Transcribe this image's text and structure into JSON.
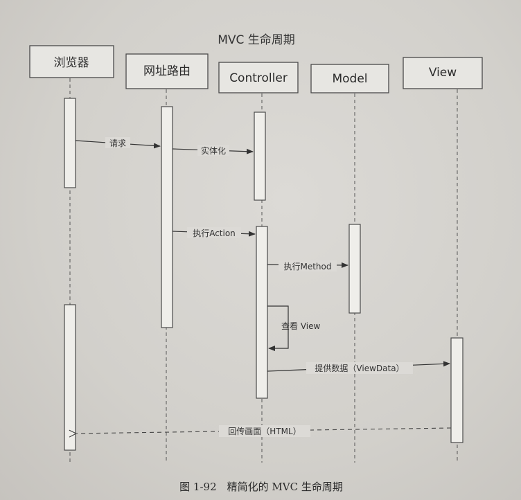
{
  "title": "MVC 生命周期",
  "caption": "图 1-92　精简化的 MVC 生命周期",
  "participants": [
    "浏览器",
    "网址路由",
    "Controller",
    "Model",
    "View"
  ],
  "messages": {
    "request": "请求",
    "instantiate": "实体化",
    "execute_action": "执行Action",
    "execute_method": "执行Method",
    "find_view": "查看 View",
    "provide_data": "提供数据（ViewData）",
    "return_html": "回传画面（HTML）"
  }
}
